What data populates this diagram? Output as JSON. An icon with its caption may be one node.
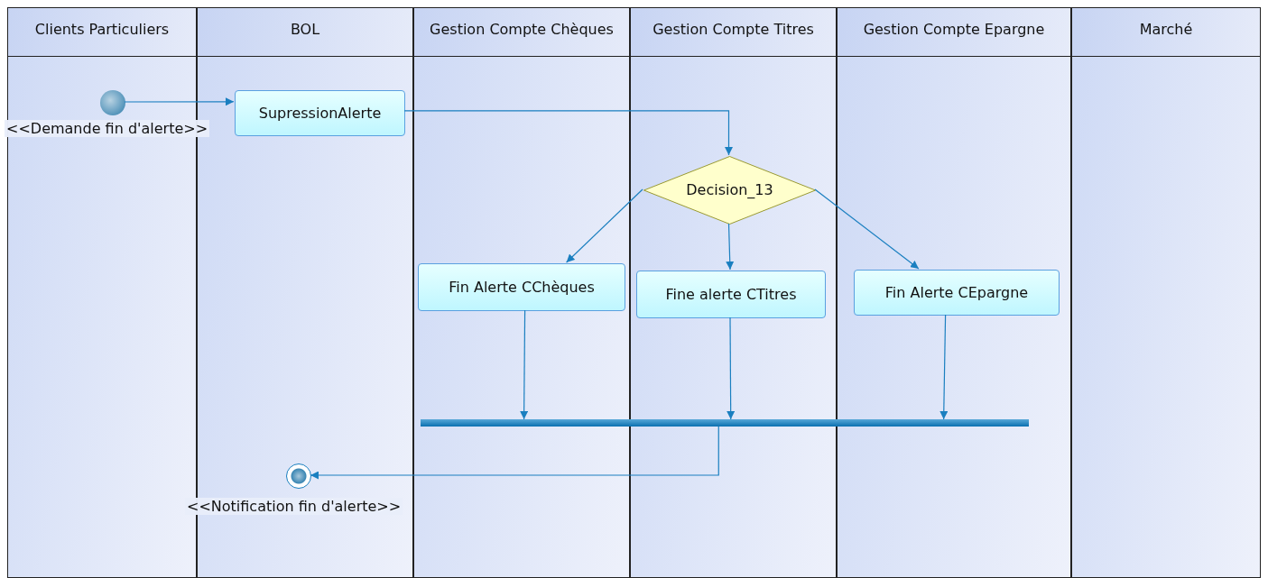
{
  "diagram": {
    "nodes": [
      {
        "text": [
          "Clients Particuliers"
        ]
      },
      {
        "text": [
          "BOL"
        ]
      },
      {
        "text": [
          "Gestion Compte Chèques"
        ]
      },
      {
        "text": [
          "Gestion Compte Titres"
        ]
      },
      {
        "text": [
          "Gestion Compte Epargne"
        ]
      },
      {
        "text": [
          "Marché"
        ]
      },
      {
        "text": [],
        "shape": "circle",
        "in": 0,
        "beside": [
          "<<Demande fin d'alerte>>"
        ]
      },
      {
        "text": [
          "SupressionAlerte"
        ],
        "in": 1
      },
      {
        "text": [
          "Decision_13"
        ],
        "in": 3
      },
      {
        "text": [
          "Fin Alerte CChèques"
        ],
        "in": 2
      },
      {
        "text": [
          "Fine alerte CTitres"
        ],
        "in": 3
      },
      {
        "text": [
          "Fin Alerte CEpargne"
        ],
        "in": 4
      },
      {
        "text": [],
        "shape": "bar"
      },
      {
        "text": [],
        "shape": "circle",
        "in": 1,
        "beside": [
          "<<Notification fin d'alerte>>"
        ]
      }
    ],
    "edges": [
      {
        "from": 6,
        "to": 7,
        "arrow": "to"
      },
      {
        "from": 7,
        "to": 8,
        "arrow": "to"
      },
      {
        "from": 8,
        "to": 9,
        "arrow": "to"
      },
      {
        "from": 8,
        "to": 10,
        "arrow": "to"
      },
      {
        "from": 8,
        "to": 11,
        "arrow": "to"
      },
      {
        "from": 9,
        "to": 12,
        "arrow": "to"
      },
      {
        "from": 10,
        "to": 12,
        "arrow": "to"
      },
      {
        "from": 11,
        "to": 12,
        "arrow": "to"
      },
      {
        "from": 12,
        "to": 13,
        "arrow": "to"
      }
    ]
  }
}
